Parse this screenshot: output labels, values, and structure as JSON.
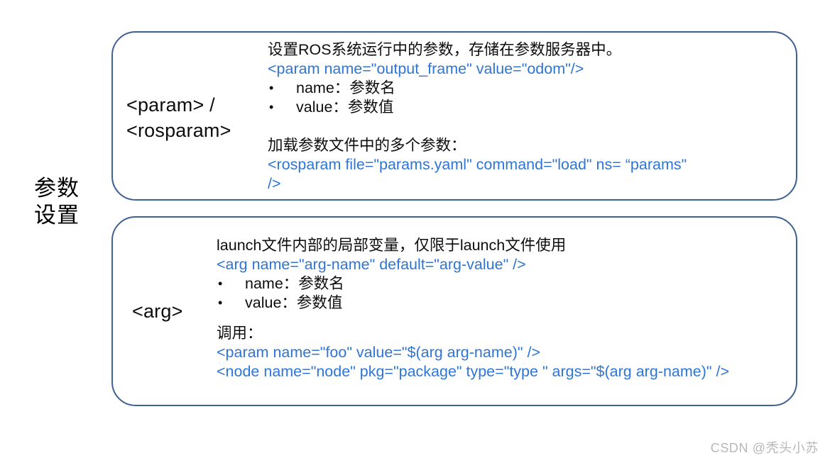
{
  "diagram": {
    "category_label": "参数\n设置",
    "watermark": "CSDN @秃头小苏",
    "accent_border_color": "#3f6192",
    "code_text_color": "#2e75d6",
    "body_text_color": "#0d0d0d",
    "background_color": "#ffffff"
  },
  "boxes": [
    {
      "id": "param",
      "tag_label": "<param> /\n<rosparam>",
      "lines": {
        "desc1": "设置ROS系统运行中的参数，存储在参数服务器中。",
        "code1": "<param name=\"output_frame\" value=\"odom\"/>",
        "bullet1": "name：参数名",
        "bullet2": "value：参数值",
        "desc2": "加载参数文件中的多个参数：",
        "code2": "<rosparam file=\"params.yaml\" command=\"load\" ns= “params\"",
        "code3": "/>"
      }
    },
    {
      "id": "arg",
      "tag_label": "<arg>",
      "lines": {
        "desc1": "launch文件内部的局部变量，仅限于launch文件使用",
        "code1": "<arg name=\"arg-name\"  default=\"arg-value\" />",
        "bullet1": "name：参数名",
        "bullet2": "value：参数值",
        "desc2": "调用：",
        "code2": "<param name=\"foo\" value=\"$(arg arg-name)\" />",
        "code3": "<node name=\"node\" pkg=\"package\" type=\"type \" args=\"$(arg arg-name)\" />"
      }
    }
  ]
}
